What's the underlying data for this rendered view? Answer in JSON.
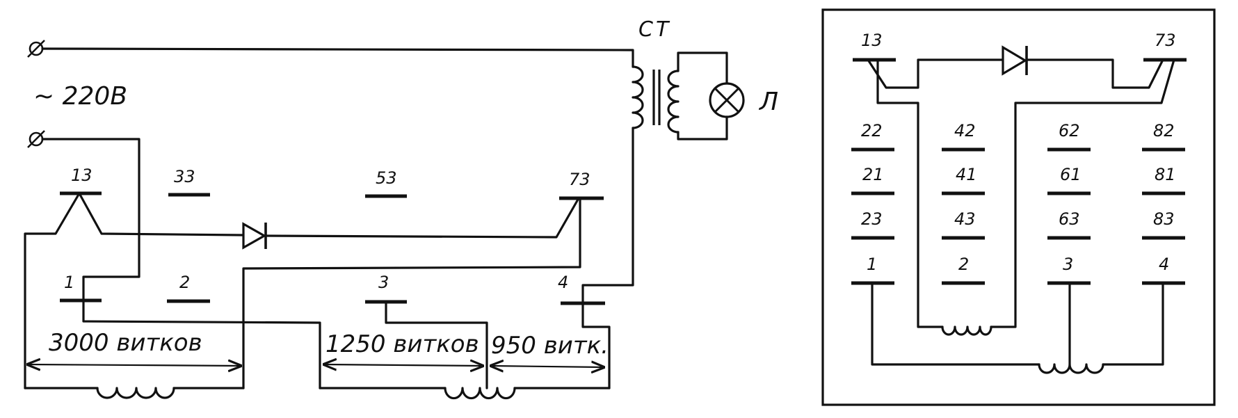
{
  "left_diagram": {
    "supply_label": "~ 220В",
    "transformer_label": "СТ",
    "lamp_label": "Л",
    "pins": {
      "p13": "13",
      "p33": "33",
      "p53": "53",
      "p73": "73",
      "p1": "1",
      "p2": "2",
      "p3": "3",
      "p4": "4"
    },
    "windings": {
      "w1": "3000 витков",
      "w2": "1250 витков",
      "w3": "950 витк."
    }
  },
  "right_diagram": {
    "pins": {
      "p13": "13",
      "p73": "73",
      "p22": "22",
      "p21": "21",
      "p23": "23",
      "p1": "1",
      "p42": "42",
      "p41": "41",
      "p43": "43",
      "p2": "2",
      "p62": "62",
      "p61": "61",
      "p63": "63",
      "p3": "3",
      "p82": "82",
      "p81": "81",
      "p83": "83",
      "p4": "4"
    }
  }
}
